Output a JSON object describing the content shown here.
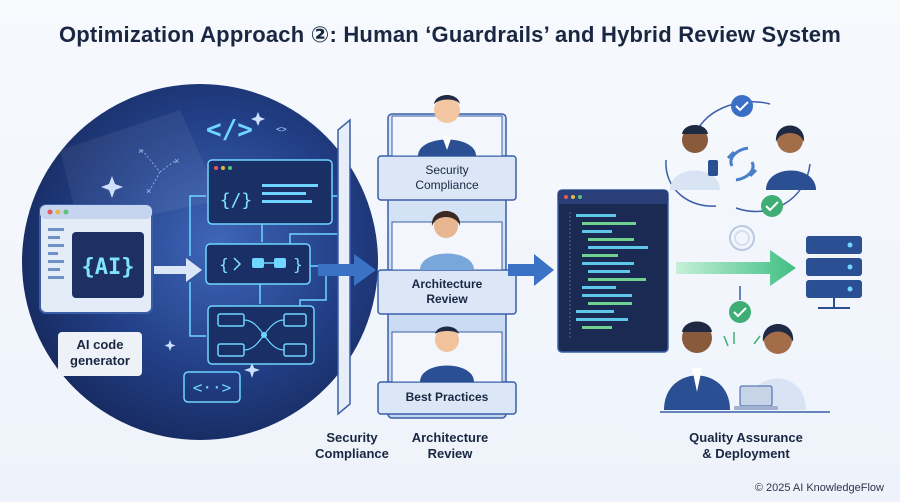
{
  "title": "Optimization Approach ②: Human ‘Guardrails’ and Hybrid Review System",
  "generator": {
    "label": "AI code\ngenerator",
    "code_tag": "{AI}"
  },
  "review_panels": [
    {
      "label": "Security\nCompliance"
    },
    {
      "label": "Architecture\nReview"
    },
    {
      "label": "Best Practices"
    }
  ],
  "bottom_labels": {
    "security": "Security\nCompliance",
    "architecture": "Architecture\nReview",
    "qa": "Quality Assurance\n& Deployment"
  },
  "icons": {
    "code_tag_top": "</>",
    "code_tag_bottom": "<··>"
  },
  "footer": "© 2025 AI KnowledgeFlow"
}
